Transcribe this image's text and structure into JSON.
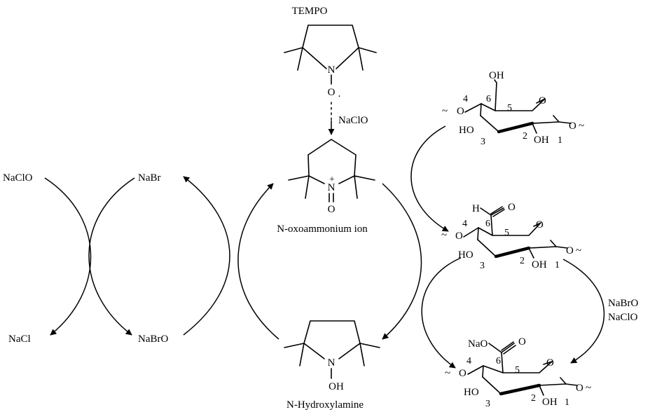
{
  "labels": {
    "tempo": "TEMPO",
    "naclo_top": "NaClO",
    "oxoammonium": "N-oxoammonium ion",
    "hydroxylamine": "N-Hydroxylamine",
    "naclo_left": "NaClO",
    "nacl": "NaCl",
    "nabr": "NaBr",
    "nabro": "NaBrO",
    "nabro_right": "NaBrO",
    "naclo_right": "NaClO"
  },
  "atoms": {
    "n": "N",
    "o": "O",
    "oh": "OH",
    "ho": "HO",
    "h": "H",
    "nao": "NaO",
    "plus": "+",
    "dot": "·"
  },
  "positions": {
    "c1": "1",
    "c2": "2",
    "c3": "3",
    "c4": "4",
    "c5": "5",
    "c6": "6"
  }
}
